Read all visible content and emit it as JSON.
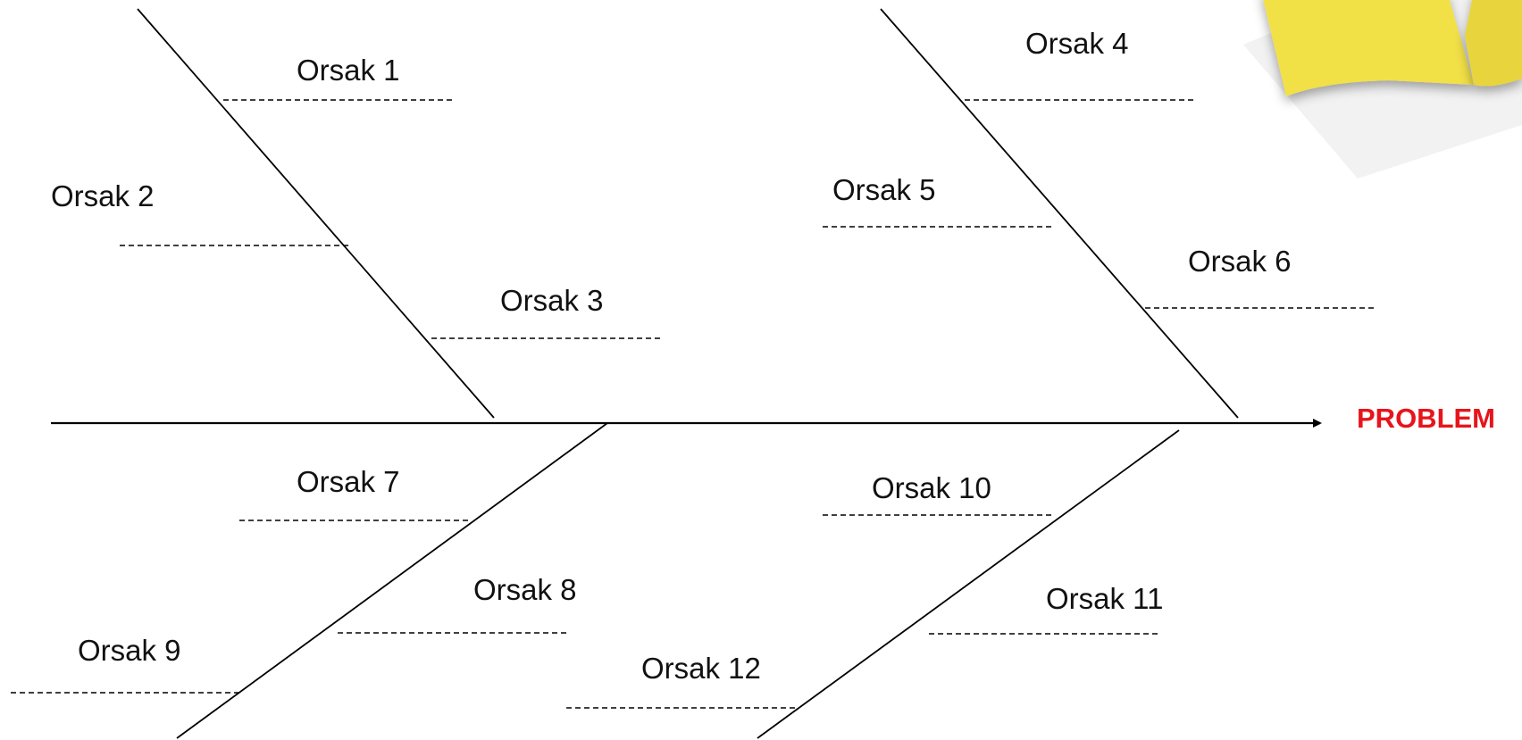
{
  "diagram": {
    "problem": "PROBLEM",
    "problem_color": "#e8141b",
    "note_color": "#f2e046",
    "causes": [
      {
        "id": "c1",
        "label": "Orsak 1"
      },
      {
        "id": "c2",
        "label": "Orsak 2"
      },
      {
        "id": "c3",
        "label": "Orsak 3"
      },
      {
        "id": "c4",
        "label": "Orsak 4"
      },
      {
        "id": "c5",
        "label": "Orsak 5"
      },
      {
        "id": "c6",
        "label": "Orsak 6"
      },
      {
        "id": "c7",
        "label": "Orsak 7"
      },
      {
        "id": "c8",
        "label": "Orsak 8"
      },
      {
        "id": "c9",
        "label": "Orsak 9"
      },
      {
        "id": "c10",
        "label": "Orsak 10"
      },
      {
        "id": "c11",
        "label": "Orsak 11"
      },
      {
        "id": "c12",
        "label": "Orsak 12"
      }
    ]
  }
}
